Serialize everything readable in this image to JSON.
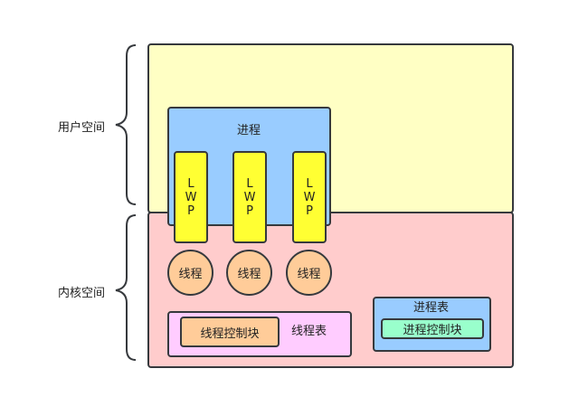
{
  "side_labels": {
    "user_space": "用户空间",
    "kernel_space": "内核空间"
  },
  "process": {
    "label": "进程",
    "lwps": [
      {
        "lines": [
          "L",
          "W",
          "P"
        ]
      },
      {
        "lines": [
          "L",
          "W",
          "P"
        ]
      },
      {
        "lines": [
          "L",
          "W",
          "P"
        ]
      }
    ],
    "threads": [
      "线程",
      "线程",
      "线程"
    ]
  },
  "thread_table": {
    "label": "线程表",
    "block_label": "线程控制块"
  },
  "process_table": {
    "label": "进程表",
    "block_label": "进程控制块"
  },
  "colors": {
    "user_space_fill": "#ffffc4",
    "kernel_space_fill": "#ffcccc",
    "process_fill": "#99ccff",
    "lwp_fill": "#ffff33",
    "thread_fill": "#ffcc99",
    "thread_table_fill": "#ffccff",
    "thread_block_fill": "#ffcc99",
    "process_table_fill": "#99ccff",
    "process_block_fill": "#99ffcc",
    "stroke": "#36393d"
  }
}
